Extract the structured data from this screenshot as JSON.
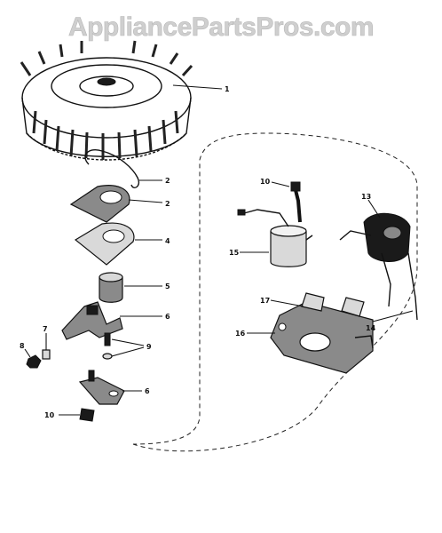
{
  "watermark": "AppliancePartsPros.com",
  "callouts": {
    "c1": "1",
    "c2a": "2",
    "c2b": "2",
    "c4": "4",
    "c5": "5",
    "c6a": "6",
    "c7": "7",
    "c8": "8",
    "c9": "9",
    "c6b": "6",
    "c10a": "10",
    "c10b": "10",
    "c13": "13",
    "c15": "15",
    "c17": "17",
    "c16": "16",
    "c14": "14"
  }
}
